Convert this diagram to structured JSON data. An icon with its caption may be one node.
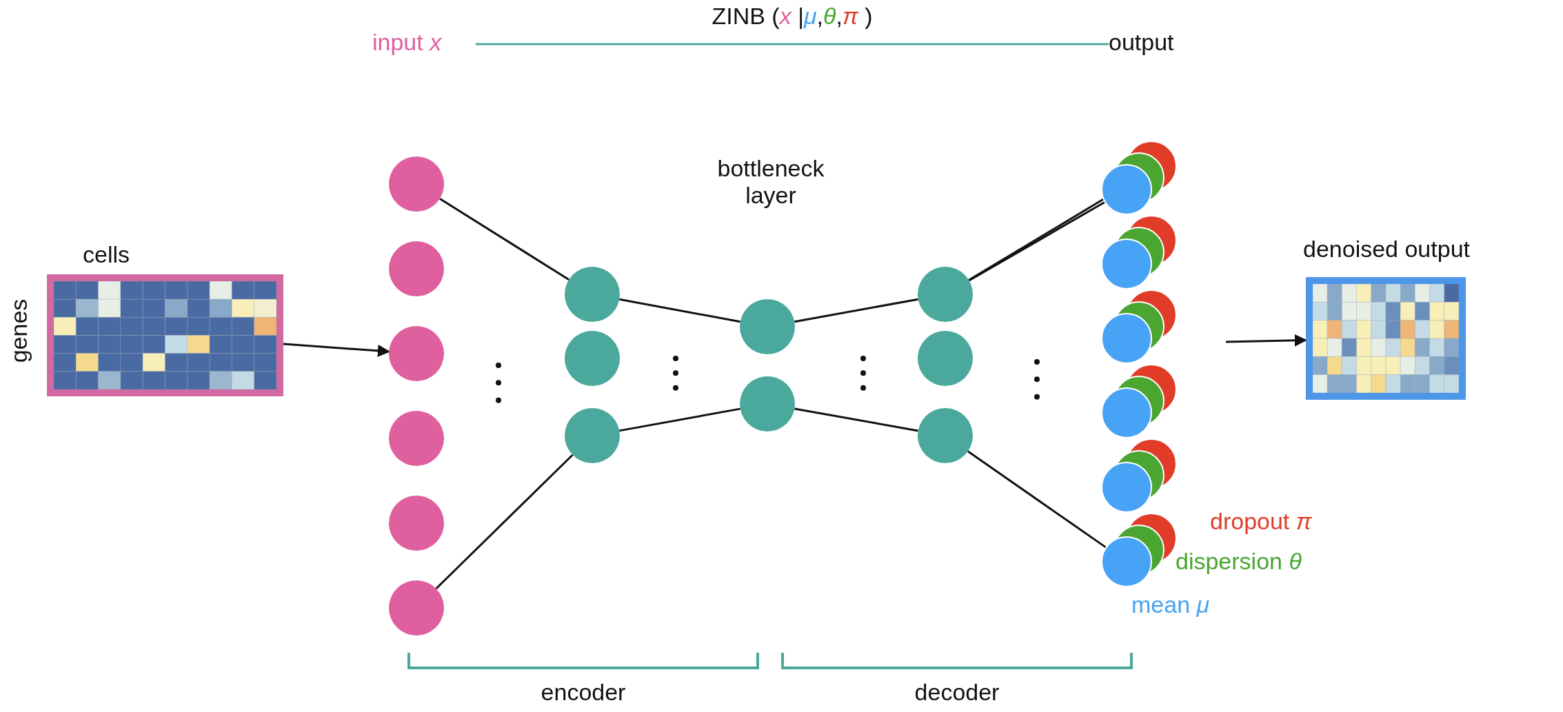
{
  "diagram": {
    "nodes": [
      {
        "text": [
          "input *x*"
        ]
      },
      {
        "text": [
          "output"
        ]
      },
      {
        "text": [
          "cells"
        ],
        "beside": [
          "genes"
        ]
      },
      {
        "text": [],
        "shape": "circle"
      },
      {
        "text": [],
        "shape": "circle"
      },
      {
        "text": [],
        "shape": "circle"
      },
      {
        "text": [],
        "shape": "circle"
      },
      {
        "text": [],
        "shape": "circle"
      },
      {
        "text": [],
        "shape": "circle"
      },
      {
        "text": [],
        "shape": "circle"
      },
      {
        "text": [],
        "shape": "circle"
      },
      {
        "text": [],
        "shape": "circle"
      },
      {
        "text": [],
        "shape": "circle"
      },
      {
        "text": [],
        "shape": "circle"
      },
      {
        "text": [],
        "shape": "circle"
      },
      {
        "text": [],
        "shape": "circle"
      },
      {
        "text": [],
        "shape": "circle"
      },
      {
        "text": [],
        "shape": "circle"
      },
      {
        "text": [],
        "shape": "circle"
      },
      {
        "text": [],
        "shape": "circle"
      },
      {
        "text": [],
        "shape": "circle"
      },
      {
        "text": [],
        "shape": "circle"
      },
      {
        "text": [],
        "shape": "circle"
      },
      {
        "text": [
          "denoised output"
        ]
      }
    ],
    "edges": [
      {
        "from": 0,
        "to": 1,
        "arrow": "none",
        "label": "ZINB (*x* |*μ*,*θ*,*π* )",
        "color": "#4aa89c"
      },
      {
        "from": 2,
        "to": 5,
        "arrow": "to"
      },
      {
        "from": 3,
        "to": 9,
        "arrow": "none"
      },
      {
        "from": 8,
        "to": 11,
        "arrow": "none"
      },
      {
        "from": 9,
        "to": 12,
        "arrow": "none"
      },
      {
        "from": 11,
        "to": 13,
        "arrow": "none"
      },
      {
        "from": 12,
        "to": 14,
        "arrow": "none"
      },
      {
        "from": 13,
        "to": 16,
        "arrow": "none"
      },
      {
        "from": 14,
        "to": 17,
        "arrow": "none"
      },
      {
        "from": 14,
        "to": 17,
        "arrow": "none"
      },
      {
        "from": 16,
        "to": 22,
        "arrow": "none"
      },
      {
        "from": null,
        "to": 23,
        "arrow": "to"
      }
    ],
    "labels": [
      "bottleneck layer",
      "encoder",
      "decoder"
    ],
    "legend": [
      {
        "text": "dropout *π*",
        "color": "#e03c28"
      },
      {
        "text": "dispersion *θ*",
        "color": "#4aa630"
      },
      {
        "text": "mean *μ*",
        "color": "#47a3f5"
      }
    ]
  }
}
